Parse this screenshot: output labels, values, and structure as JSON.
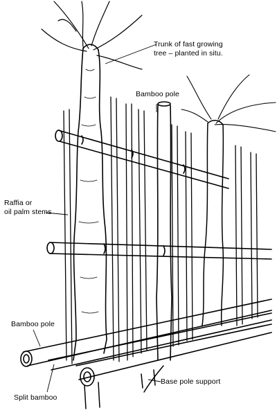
{
  "labels": {
    "trunk_line1": "Trunk of fast growing",
    "trunk_line2": "tree – planted in situ.",
    "bamboo_pole_top": "Bamboo pole",
    "raffia_line1": "Raffia or",
    "raffia_line2": "oil palm stems",
    "bamboo_pole_left": "Bamboo pole",
    "split_bamboo": "Split bamboo",
    "base_pole_support": "Base pole support"
  },
  "colors": {
    "ink": "#000000",
    "paper": "#ffffff"
  }
}
